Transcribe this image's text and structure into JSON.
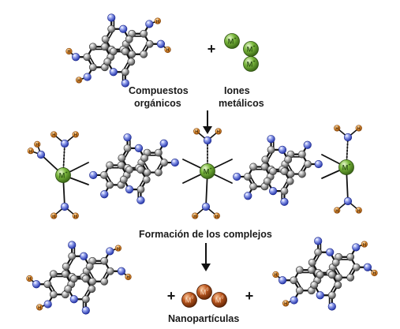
{
  "labels": {
    "organic": [
      "Compuestos",
      "orgánicos"
    ],
    "ions": [
      "Iones",
      "metálicos"
    ],
    "complex_formation": "Formación de los complejos",
    "nanoparticles": "Nanopartículas",
    "plus": "+"
  },
  "ion_labels": {
    "metal_ion": "M",
    "ion_charge": "+",
    "neutral_metal": "M",
    "zero": "0",
    "h": "H"
  },
  "colors": {
    "carbon": "#a0a0a0",
    "oxygen": "#3a52d6",
    "hydrogen": "#e58a2b",
    "metal_ion": "#7ab83c",
    "nanoparticle": "#b8501c",
    "bond": "#111111"
  }
}
